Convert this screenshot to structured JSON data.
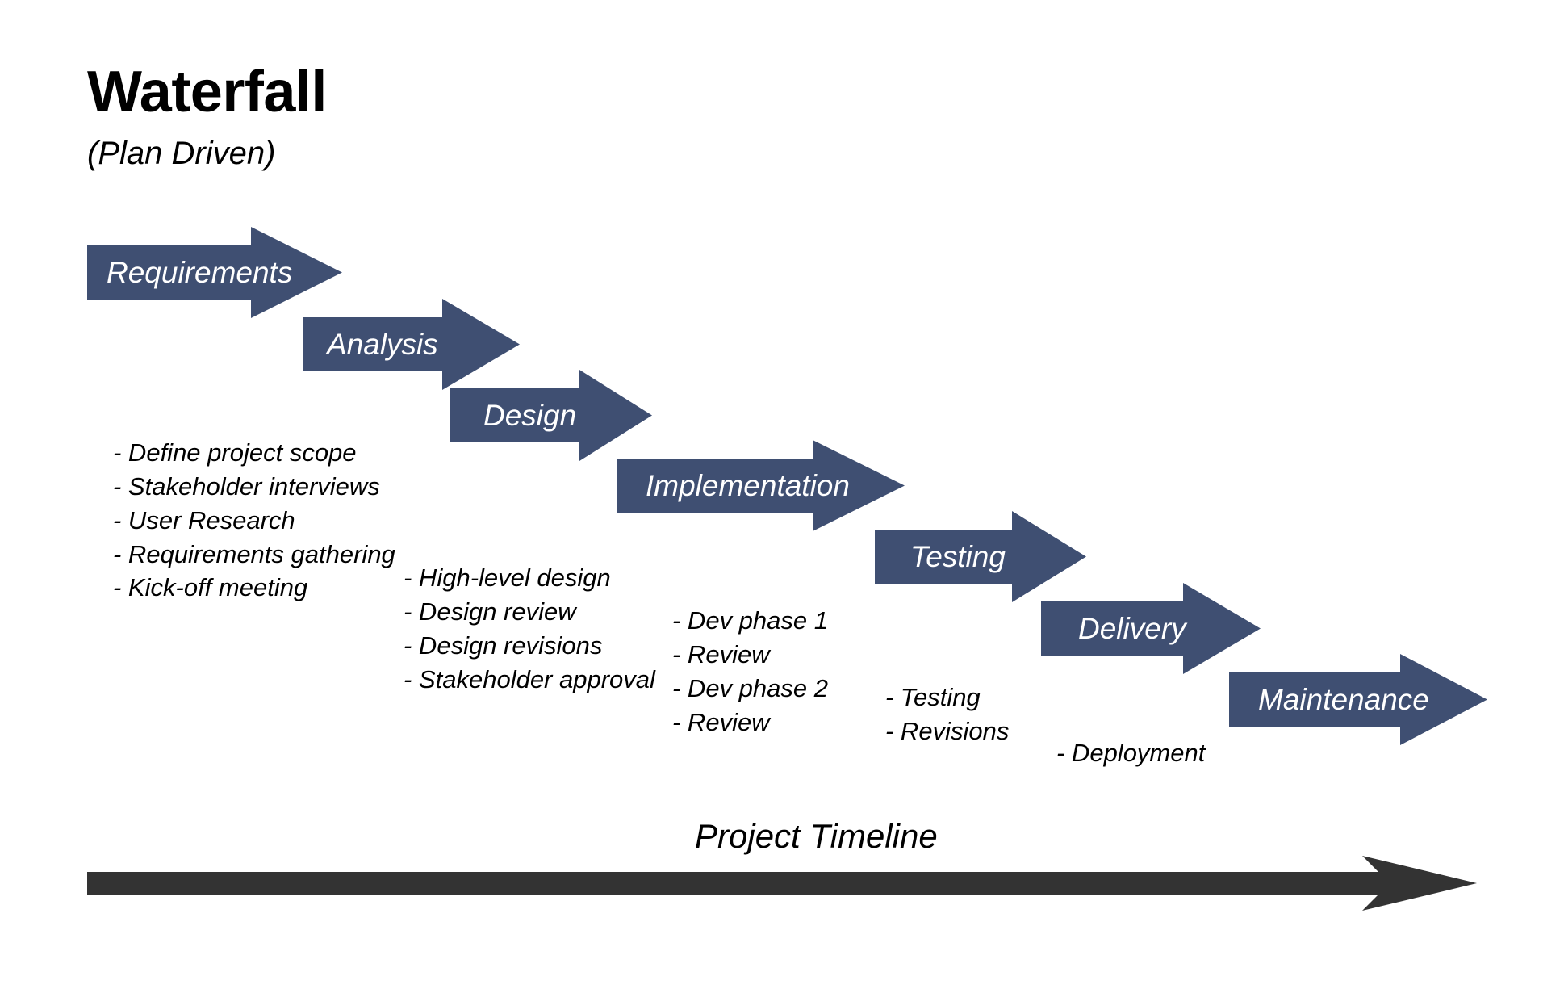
{
  "diagram": {
    "title": "Waterfall",
    "subtitle": "(Plan Driven)",
    "palette": {
      "arrow_fill": "#3F4F72",
      "arrow_label_text": "#FFFFFF",
      "note_text": "#000000",
      "timeline": "#333333",
      "background": "#FFFFFF"
    },
    "stages": [
      {
        "label": "Requirements"
      },
      {
        "label": "Analysis"
      },
      {
        "label": "Design"
      },
      {
        "label": "Implementation"
      },
      {
        "label": "Testing"
      },
      {
        "label": "Delivery"
      },
      {
        "label": "Maintenance"
      }
    ],
    "notes": [
      {
        "for_stage": "Requirements",
        "lines": [
          "- Define project scope",
          "- Stakeholder interviews",
          "- User Research",
          "- Requirements gathering",
          "- Kick-off meeting"
        ]
      },
      {
        "for_stage": "Design",
        "lines": [
          "- High-level design",
          "- Design review",
          "- Design revisions",
          "- Stakeholder approval"
        ]
      },
      {
        "for_stage": "Implementation",
        "lines": [
          "- Dev phase 1",
          "- Review",
          "- Dev phase 2",
          "- Review"
        ]
      },
      {
        "for_stage": "Testing",
        "lines": [
          "- Testing",
          "- Revisions"
        ]
      },
      {
        "for_stage": "Delivery",
        "lines": [
          "- Deployment"
        ]
      }
    ],
    "timeline": {
      "label": "Project Timeline"
    }
  }
}
